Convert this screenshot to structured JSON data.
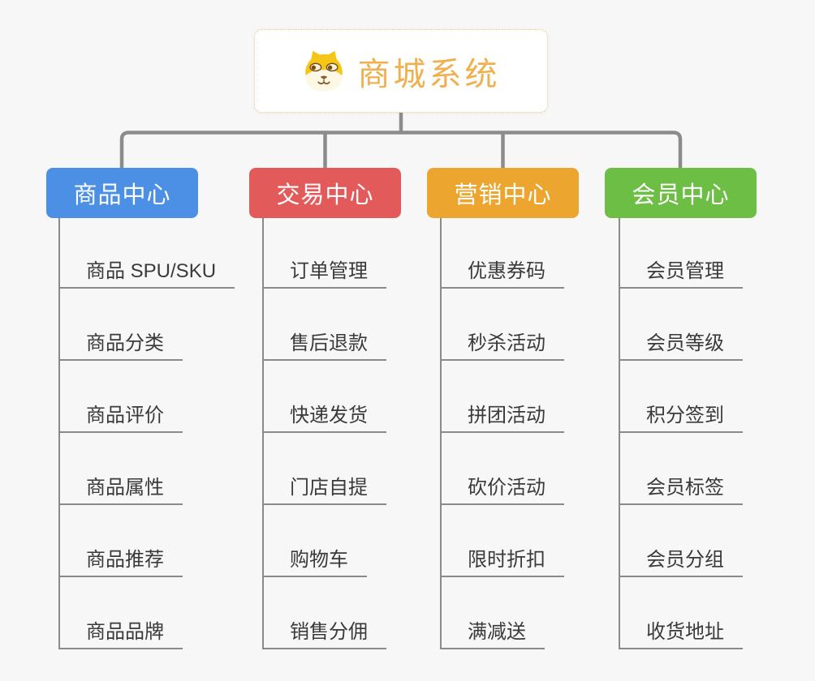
{
  "canvas": {
    "background_color": "#F7F7F7",
    "connector_color": "#8C8C8C",
    "child_line_color": "#8A8A8A",
    "child_text_color": "#3A3A3A"
  },
  "root": {
    "title": "商城系统",
    "title_color": "#F0B04D",
    "border_color": "#F0C285",
    "icon": "dog-face-icon"
  },
  "branches": [
    {
      "label": "商品中心",
      "color": "#4B90E4",
      "children": [
        "商品 SPU/SKU",
        "商品分类",
        "商品评价",
        "商品属性",
        "商品推荐",
        "商品品牌"
      ]
    },
    {
      "label": "交易中心",
      "color": "#E25A5A",
      "children": [
        "订单管理",
        "售后退款",
        "快递发货",
        "门店自提",
        "购物车",
        "销售分佣"
      ]
    },
    {
      "label": "营销中心",
      "color": "#ECA62F",
      "children": [
        "优惠券码",
        "秒杀活动",
        "拼团活动",
        "砍价活动",
        "限时折扣",
        "满减送"
      ]
    },
    {
      "label": "会员中心",
      "color": "#6CBE44",
      "children": [
        "会员管理",
        "会员等级",
        "积分签到",
        "会员标签",
        "会员分组",
        "收货地址"
      ]
    }
  ]
}
